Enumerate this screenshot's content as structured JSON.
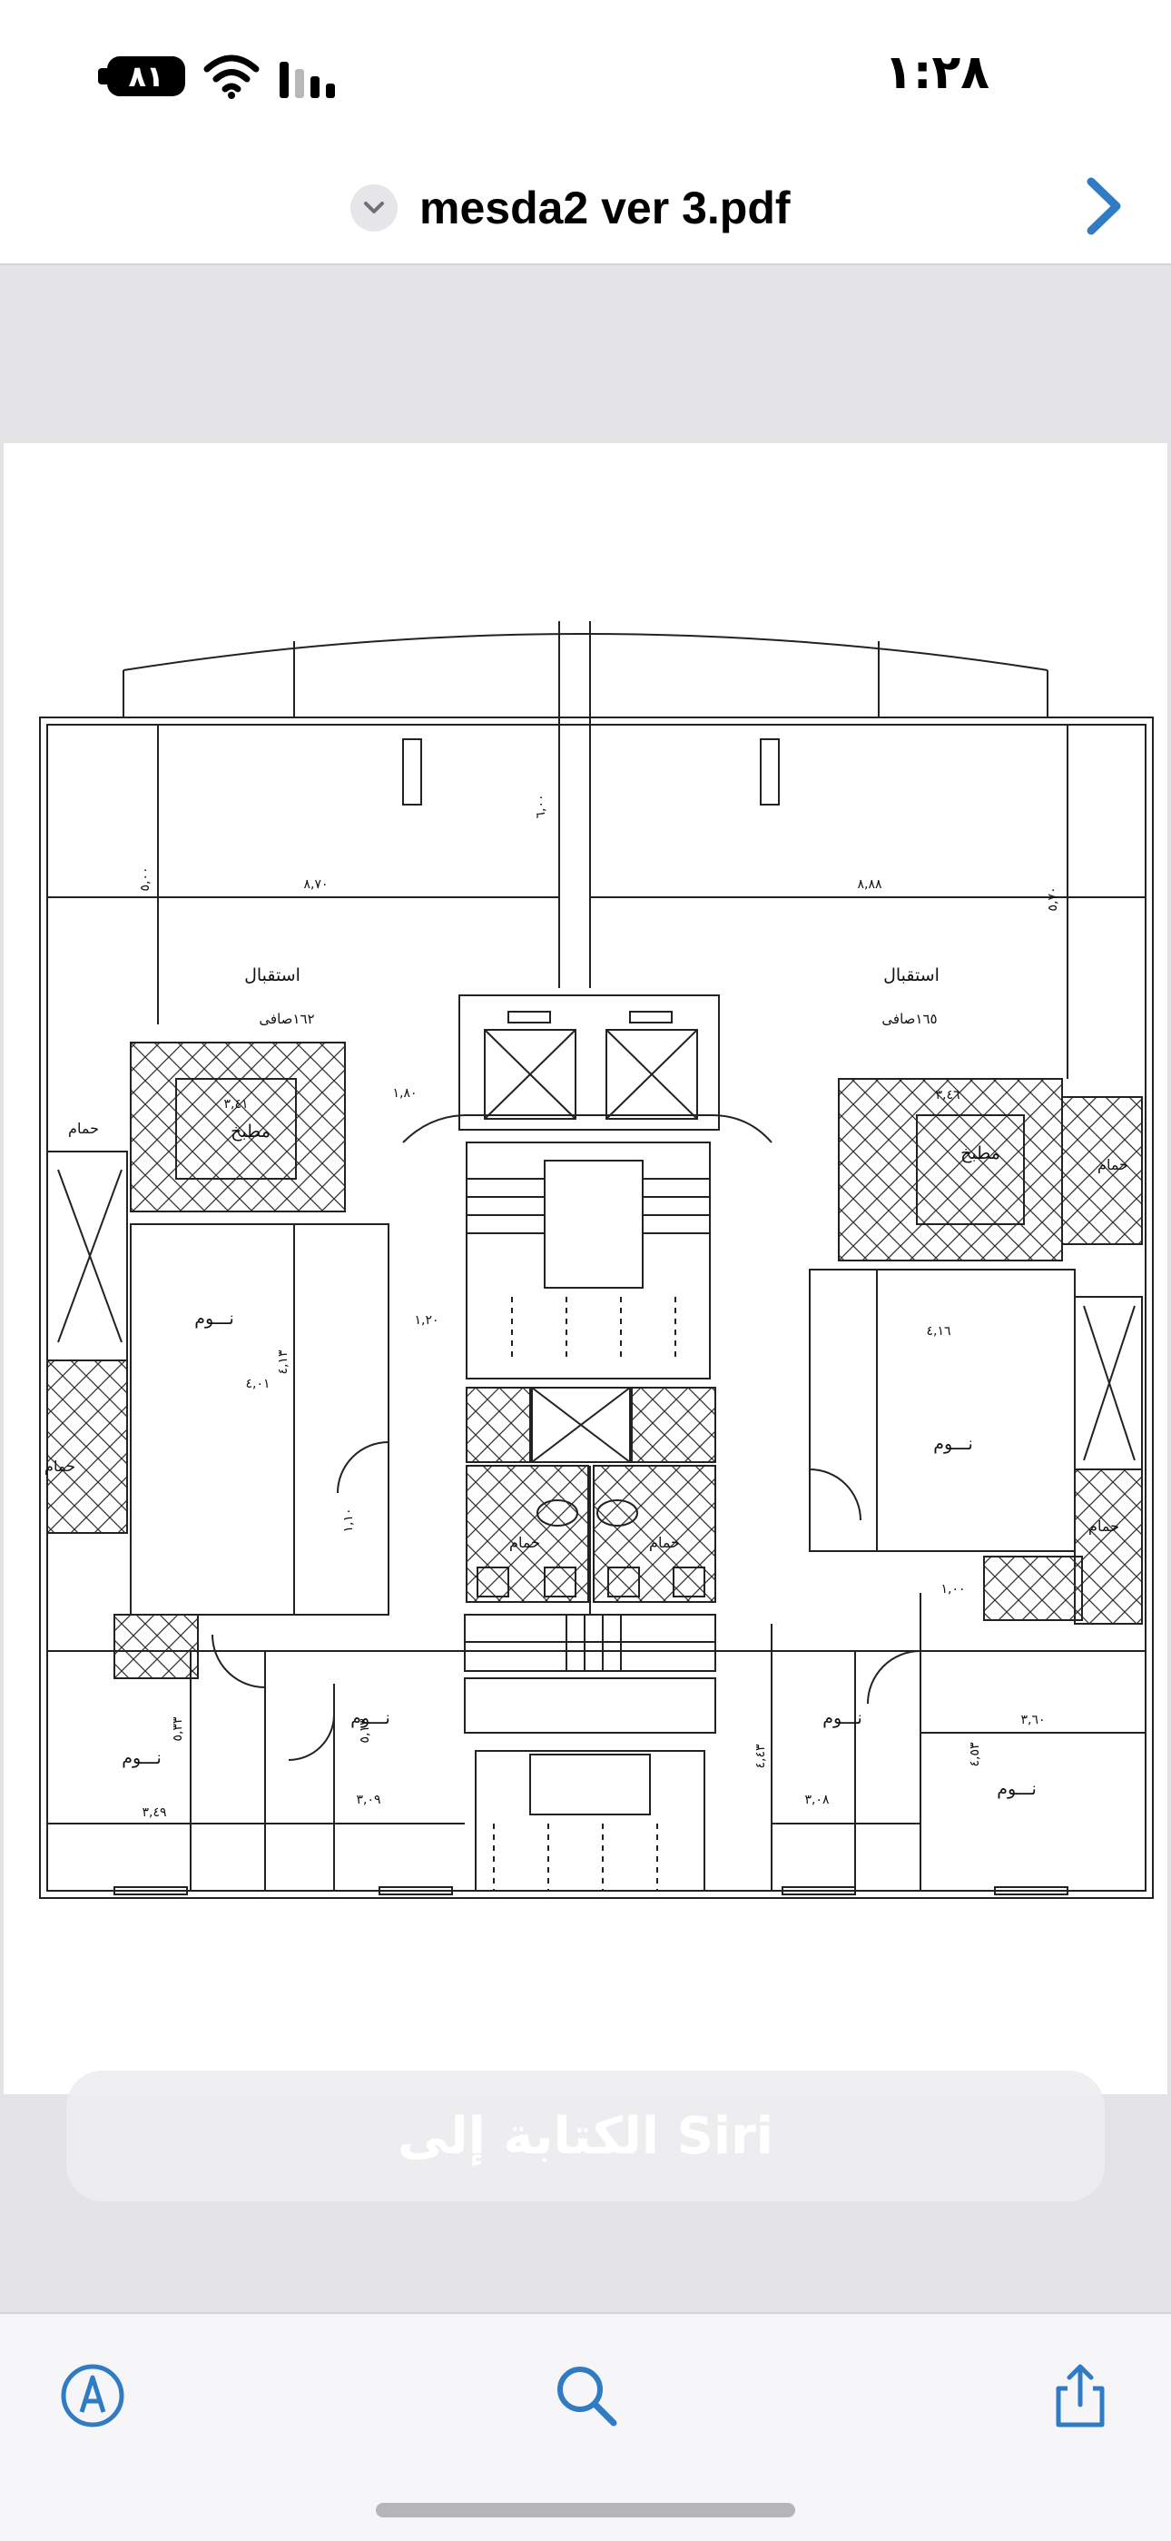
{
  "status": {
    "time": "١:٢٨",
    "battery": "٨١"
  },
  "header": {
    "title": "mesda2 ver 3.pdf"
  },
  "plan": {
    "labels": {
      "reception": "استقبال",
      "kitchen": "مطبخ",
      "bathroom": "حمام",
      "bedroom": "نـــوم",
      "net_left": "١٦٢صافى",
      "net_right": "١٦٥صافى"
    },
    "dims": {
      "d1": "٨,٧٠",
      "d2": "٨,٨٨",
      "d3": "٥,٠٠",
      "d4": "٥,٧٠",
      "d5": "٦,٠٠",
      "d6": "١,٨٠",
      "d7": "١,٢٠",
      "d8": "١,١٠",
      "d9": "٤,٠١",
      "d10": "٤,١٣",
      "d11": "٣,٤٩",
      "d12": "٣,٠٩",
      "d13": "٣,٠٨",
      "d14": "٣,٦٠",
      "d15": "٤,١٦",
      "d16": "٣,٤١",
      "d17": "٣,٤٦",
      "d18": "٥,٣٣",
      "d19": "٥,١٣",
      "d20": "٤,٥٣",
      "d21": "٤,٤٣",
      "d22": "١,٠٠"
    }
  },
  "siri": {
    "text": "الكتابة إلى Siri"
  },
  "toolbar": {
    "markup": "markup",
    "search": "search",
    "share": "share"
  },
  "colors": {
    "accent": "#2f7bc4",
    "viewer_bg": "#e4e4e6"
  }
}
